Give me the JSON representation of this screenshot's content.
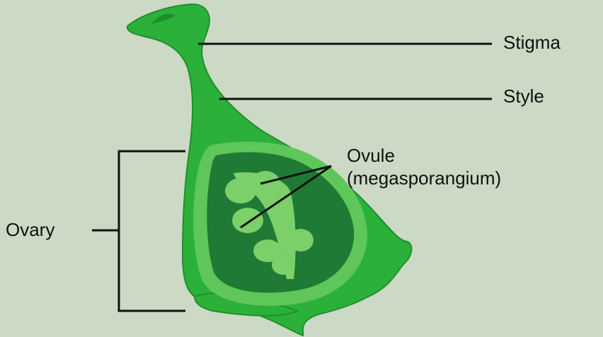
{
  "diagram": {
    "colors": {
      "background": "#ccd9c4",
      "pistil_body": "#2bb13a",
      "pistil_outline": "#1f8f2c",
      "ovary_ring": "#5fc65a",
      "ovary_chamber": "#1e7a34",
      "ovules": "#7bd06a",
      "lines": "#111111"
    },
    "labels": {
      "stigma": "Stigma",
      "style": "Style",
      "ovule_line1": "Ovule",
      "ovule_line2": "(megasporangium)",
      "ovary": "Ovary"
    }
  }
}
